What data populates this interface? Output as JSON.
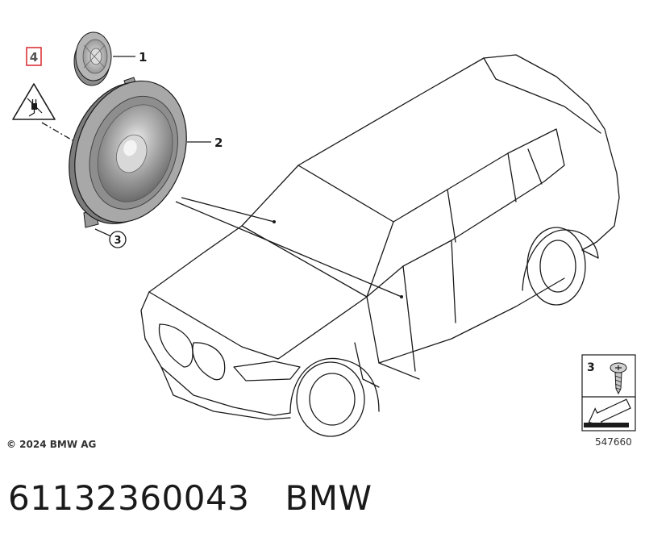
{
  "diagram": {
    "callouts": {
      "tweeter": "1",
      "woofer": "2",
      "screw": "3",
      "connector_warning": "4"
    },
    "copyright": "© 2024 BMW AG",
    "drawing_number": "547660",
    "legend": {
      "screw_item": "3"
    },
    "icons": {
      "warning": "plug-warning-icon",
      "screw": "screw-icon",
      "arrow": "direction-arrow-icon"
    },
    "colors": {
      "line": "#1a1a1a",
      "speaker_gray": "#9a9a9a",
      "highlight_box": "#d9262c"
    }
  },
  "footer": {
    "part_number": "61132360043",
    "brand": "BMW"
  }
}
